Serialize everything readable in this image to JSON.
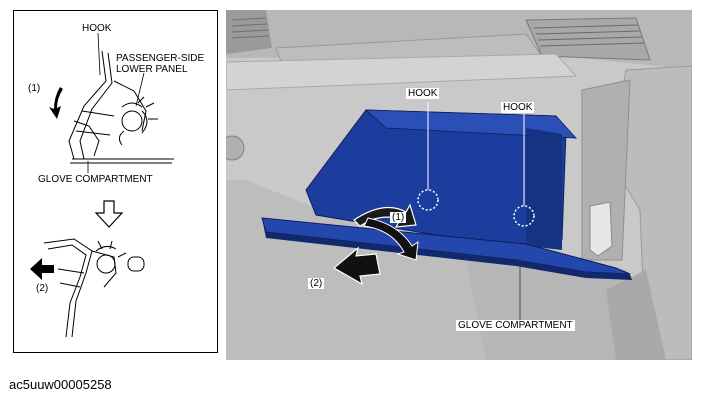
{
  "left_panel": {
    "label_hook": "HOOK",
    "label_panel_line1": "PASSENGER-SIDE",
    "label_panel_line2": "LOWER PANEL",
    "step1_label": "(1)",
    "label_glove": "GLOVE COMPARTMENT",
    "step2_label": "(2)"
  },
  "right_panel": {
    "label_hook_a": "HOOK",
    "label_hook_b": "HOOK",
    "step1_label": "(1)",
    "step2_label": "(2)",
    "label_glove": "GLOVE COMPARTMENT",
    "colors": {
      "glove_compartment": "#1f3fa0",
      "dashboard": "#cfcfcf"
    }
  },
  "figure_id": "ac5uuw00005258"
}
